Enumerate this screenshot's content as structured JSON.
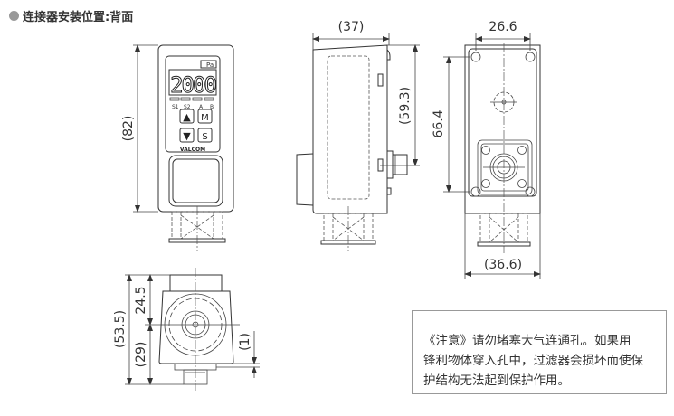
{
  "title": "连接器安装位置:背面",
  "front_view": {
    "height_dim": "(82)",
    "unit_label": "Pa",
    "display_value": "2000",
    "indicators": [
      "S1",
      "S2",
      "A",
      "B"
    ],
    "buttons": {
      "up": "▲",
      "mode": "M",
      "down": "▼",
      "set": "S"
    },
    "brand": "VALCOM"
  },
  "side_view": {
    "width_dim": "(37)",
    "height_dim": "(59.3)"
  },
  "rear_view": {
    "hole_spacing_dim": "26.6",
    "hole_height_dim": "66.4",
    "width_dim": "(36.6)"
  },
  "bottom_view": {
    "total_dim": "(53.5)",
    "upper_dim": "24.5",
    "lower_dim": "(29)",
    "offset_dim": "(1)"
  },
  "note": {
    "lines": [
      "《注意》请勿堵塞大气连通孔。如果用",
      "锋利物体穿入孔中，过滤器会损坏而使保",
      "护结构无法起到保护作用。"
    ]
  }
}
